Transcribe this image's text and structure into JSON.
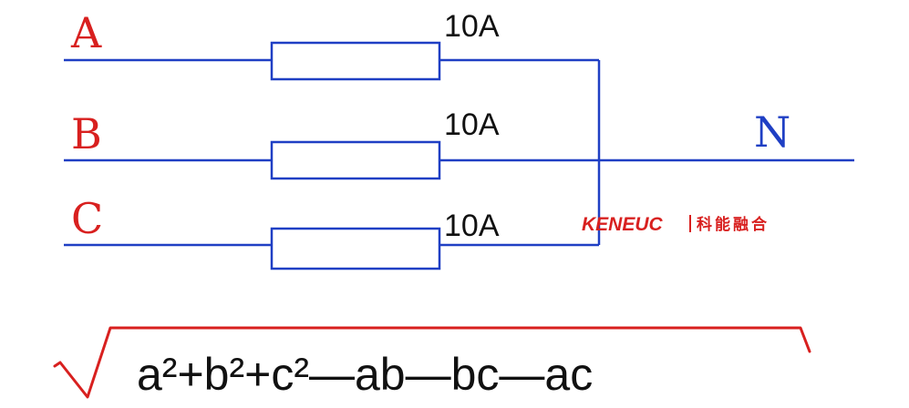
{
  "colors": {
    "wire": "#1f3fc4",
    "phase_label": "#d8201f",
    "neutral_label": "#1f3fc4",
    "formula_text": "#111111",
    "radical": "#d8201f",
    "logo": "#d8201f"
  },
  "phases": [
    {
      "label": "A",
      "current": "10A"
    },
    {
      "label": "B",
      "current": "10A"
    },
    {
      "label": "C",
      "current": "10A"
    }
  ],
  "neutral": {
    "label": "N"
  },
  "watermark": {
    "latin": "KENEUC",
    "chinese": "科能融合"
  },
  "formula": {
    "expression": "a²+b²+c²—ab—bc—ac"
  }
}
